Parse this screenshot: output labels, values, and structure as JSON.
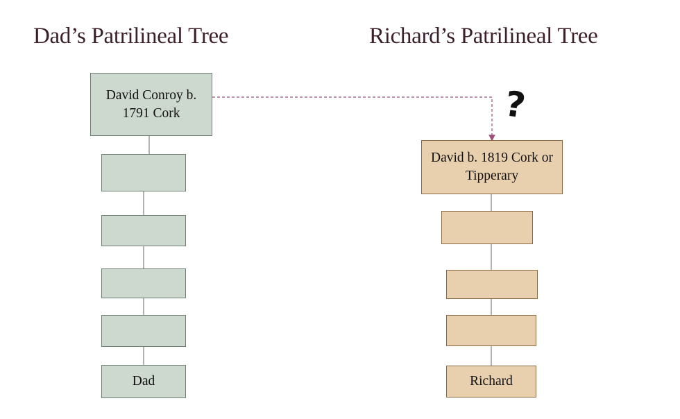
{
  "titles": {
    "left": "Dad’s Patrilineal Tree",
    "right": "Richard’s Patrilineal Tree"
  },
  "left_tree": {
    "top_label": "David Conroy b. 1791 Cork",
    "bottom_label": "Dad",
    "fill": "#cdd8cf"
  },
  "right_tree": {
    "top_label": "David b. 1819 Cork or Tipperary",
    "bottom_label": "Richard",
    "fill": "#e8cfad"
  },
  "link": {
    "marker": "?",
    "color": "#9b4f79"
  }
}
